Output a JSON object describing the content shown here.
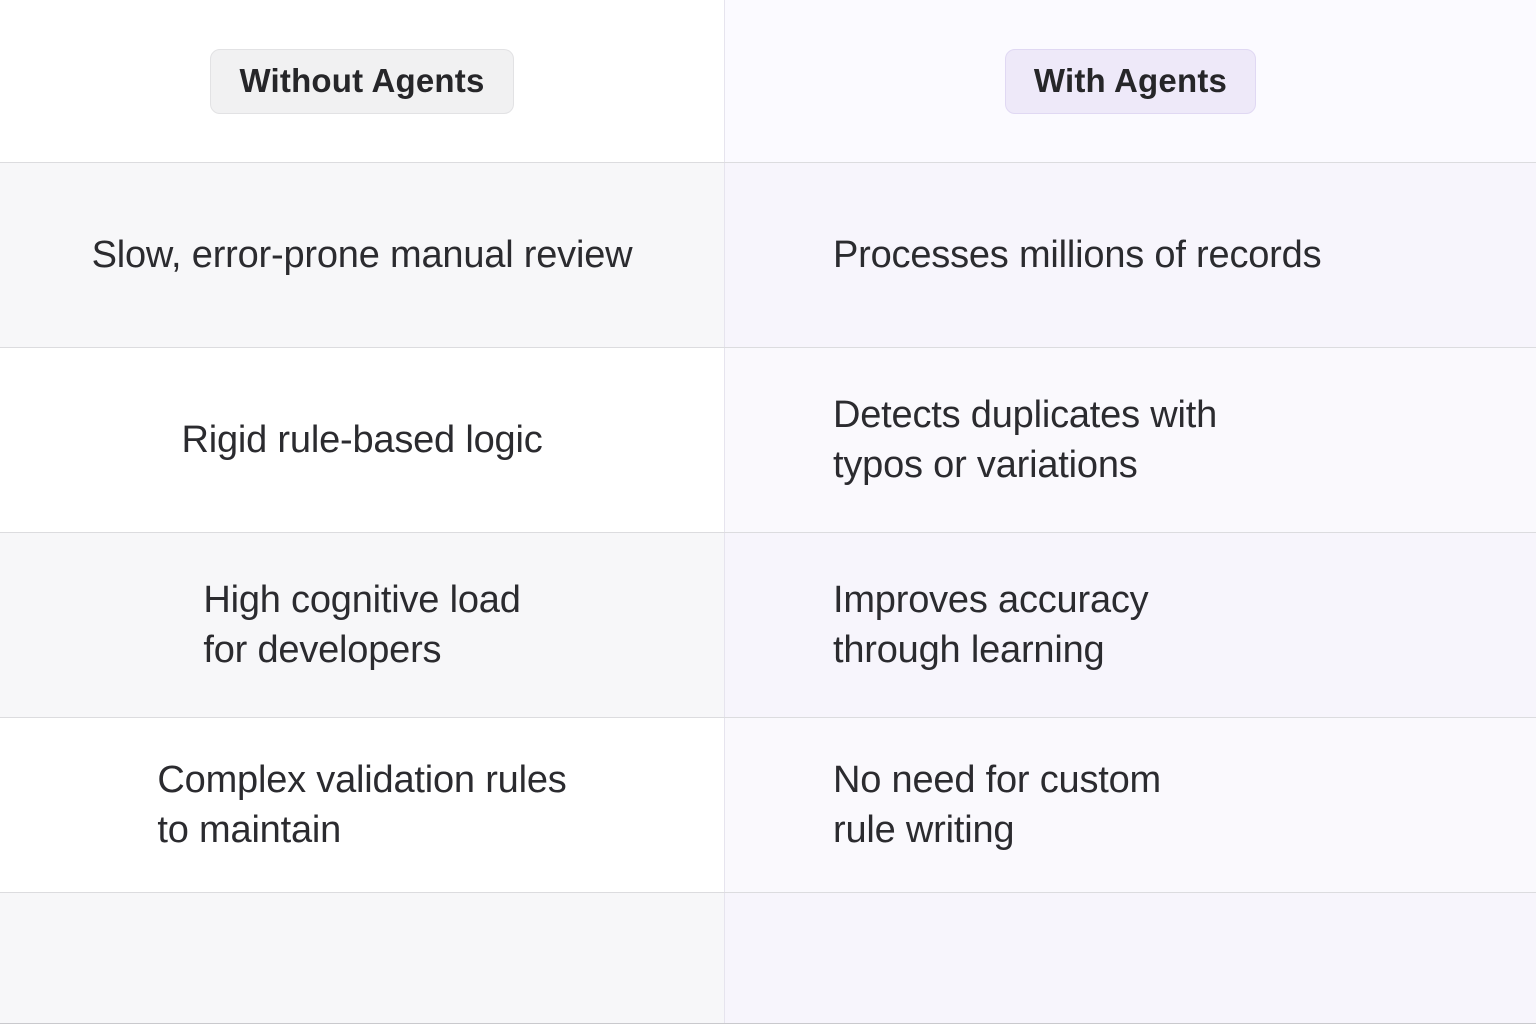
{
  "table": {
    "header": {
      "left_label": "Without Agents",
      "right_label": "With Agents"
    },
    "rows": [
      {
        "left": "Slow, error-prone manual review",
        "right": "Processes millions of records"
      },
      {
        "left": "Rigid rule-based logic",
        "right": "Detects duplicates with\ntypos or variations"
      },
      {
        "left": "High cognitive load\nfor developers",
        "right": "Improves accuracy\nthrough learning"
      },
      {
        "left": "Complex validation rules\nto maintain",
        "right": "No need for custom\nrule writing"
      },
      {
        "left": "",
        "right": ""
      }
    ]
  },
  "colors": {
    "neutral_pill_bg": "#f1f1f2",
    "neutral_pill_border": "#e2e2e4",
    "accent_pill_bg": "#eee9f9",
    "accent_pill_border": "#e0d8f3",
    "shade_left": "#f7f7f9",
    "shade_right": "#f7f5fc",
    "plain_left": "#ffffff",
    "plain_right": "#faf9fd",
    "row_divider": "#dcdcdf",
    "column_divider": "#e6e4ee",
    "text": "#2b2b2f"
  }
}
